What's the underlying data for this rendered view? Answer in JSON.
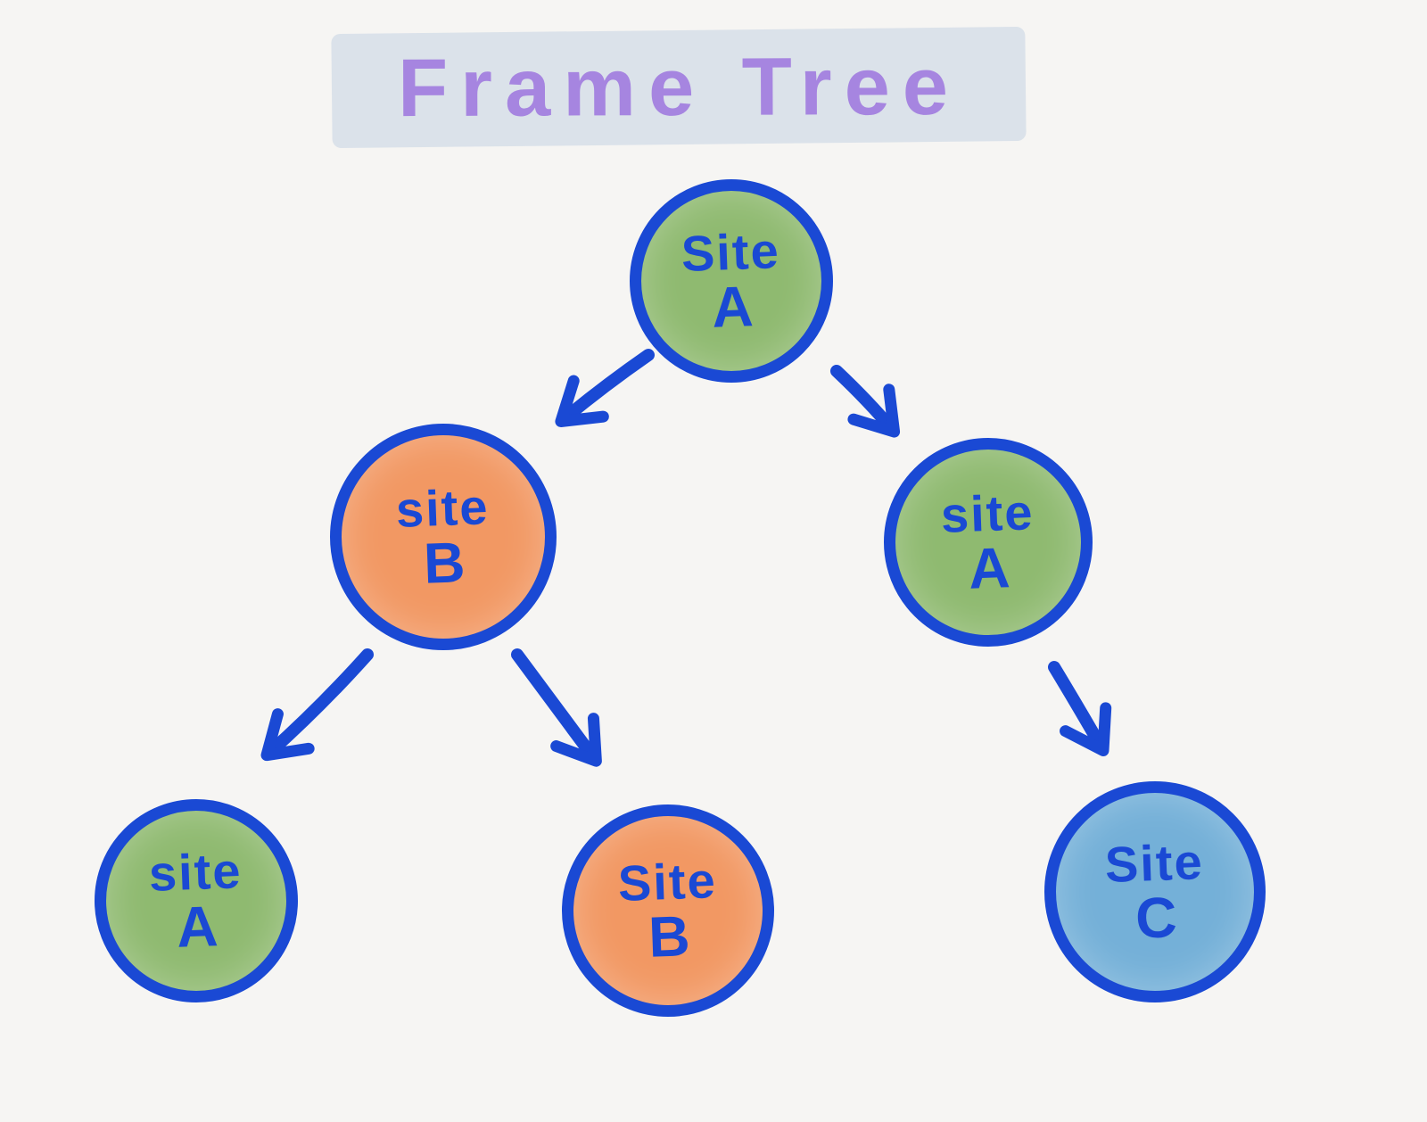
{
  "title": "Frame Tree",
  "colors": {
    "background": "#f6f5f3",
    "stroke": "#1a49d4",
    "node-green": "#8fba70",
    "node-orange": "#f29863",
    "node-blue": "#74b0d8",
    "title-text": "#a685e0",
    "title-highlight": "#dbe2ea"
  },
  "nodes": [
    {
      "id": "root-site-a",
      "line1": "Site",
      "line2": "A",
      "color": "green"
    },
    {
      "id": "mid-site-b",
      "line1": "site",
      "line2": "B",
      "color": "orange"
    },
    {
      "id": "mid-site-a",
      "line1": "site",
      "line2": "A",
      "color": "green"
    },
    {
      "id": "leaf-site-a",
      "line1": "site",
      "line2": "A",
      "color": "green"
    },
    {
      "id": "leaf-site-b",
      "line1": "Site",
      "line2": "B",
      "color": "orange"
    },
    {
      "id": "leaf-site-c",
      "line1": "Site",
      "line2": "C",
      "color": "blue"
    }
  ],
  "edges": [
    {
      "from": "root-site-a",
      "to": "mid-site-b"
    },
    {
      "from": "root-site-a",
      "to": "mid-site-a"
    },
    {
      "from": "mid-site-b",
      "to": "leaf-site-a"
    },
    {
      "from": "mid-site-b",
      "to": "leaf-site-b"
    },
    {
      "from": "mid-site-a",
      "to": "leaf-site-c"
    }
  ]
}
